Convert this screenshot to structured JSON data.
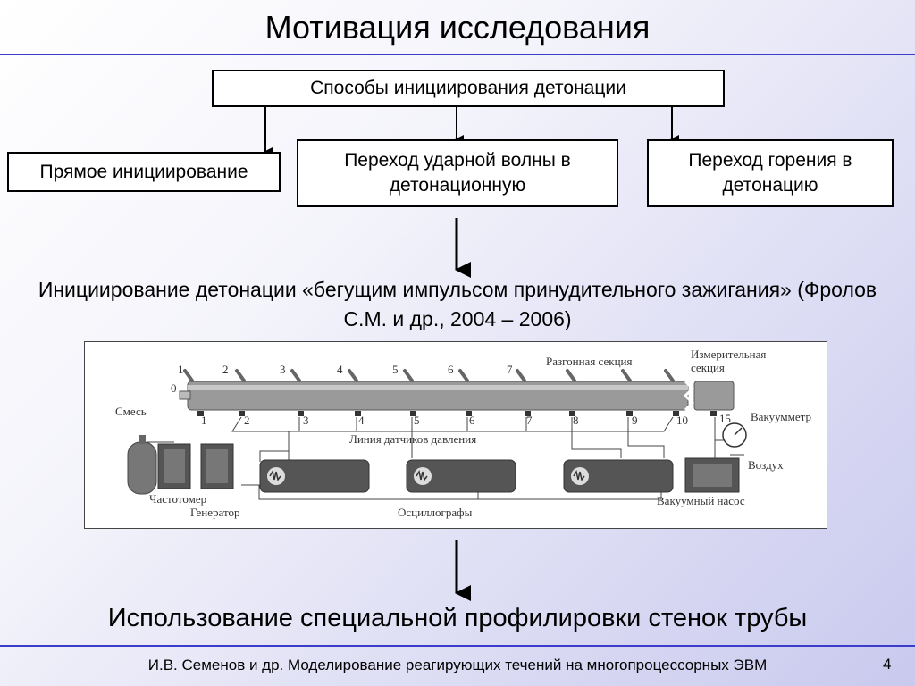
{
  "title": "Мотивация исследования",
  "methods": {
    "header": "Способы инициирования детонации",
    "direct": "Прямое инициирование",
    "shock": "Переход ударной волны в детонационную",
    "combustion": "Переход горения в детонацию"
  },
  "initiation_text": "Инициирование детонации «бегущим импульсом принудительного зажигания» (Фролов С.М. и др., 2004 – 2006)",
  "schematic": {
    "mixture": "Смесь",
    "accel_section": "Разгонная секция",
    "meas_section_1": "Измерительная",
    "meas_section_2": "секция",
    "vacuum_gauge": "Вакуумметр",
    "air": "Воздух",
    "sensor_line": "Линия датчиков давления",
    "frequency_meter": "Частотомер",
    "generator": "Генератор",
    "oscillographs": "Осциллографы",
    "vacuum_pump": "Вакуумный насос",
    "top_numbers": [
      "1",
      "2",
      "3",
      "4",
      "5",
      "6",
      "7"
    ],
    "zero": "0",
    "bottom_numbers": [
      "1",
      "2",
      "3",
      "4",
      "5",
      "6",
      "7",
      "8",
      "9",
      "10"
    ],
    "valve_number": "15"
  },
  "conclusion": "Использование специальной профилировки стенок трубы",
  "footer": "И.В. Семенов и др. Моделирование реагирующих течений на многопроцессорных ЭВМ",
  "page_number": "4",
  "colors": {
    "divider": "#3b3bcc",
    "tube": "#9a9a9a",
    "device": "#555555"
  }
}
